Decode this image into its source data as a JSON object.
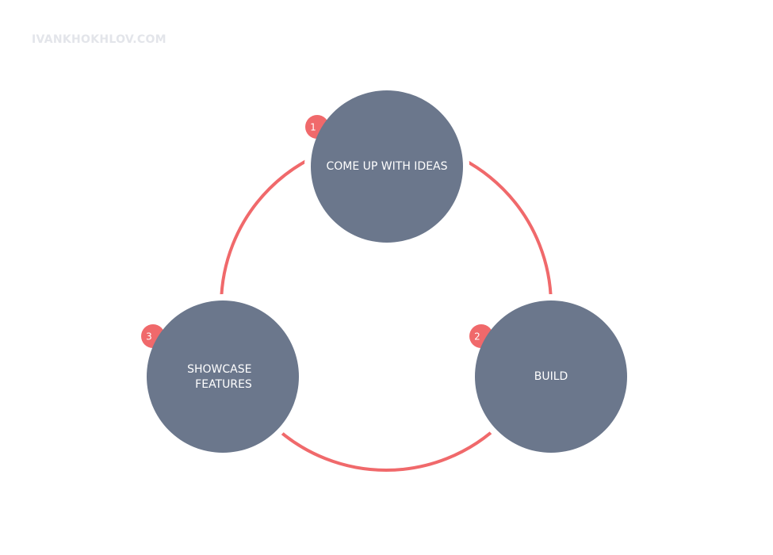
{
  "watermark": "IVANKHOKHLOV.COM",
  "colors": {
    "ring": "#f0696b",
    "node": "#6b778c",
    "badge": "#f0696b",
    "text": "#ffffff",
    "watermark": "#e3e5ea"
  },
  "steps": [
    {
      "number": "1",
      "label_lines": [
        "COME UP WITH IDEAS"
      ]
    },
    {
      "number": "2",
      "label_lines": [
        "BUILD"
      ]
    },
    {
      "number": "3",
      "label_lines": [
        "SHOWCASE",
        "FEATURES"
      ]
    }
  ]
}
